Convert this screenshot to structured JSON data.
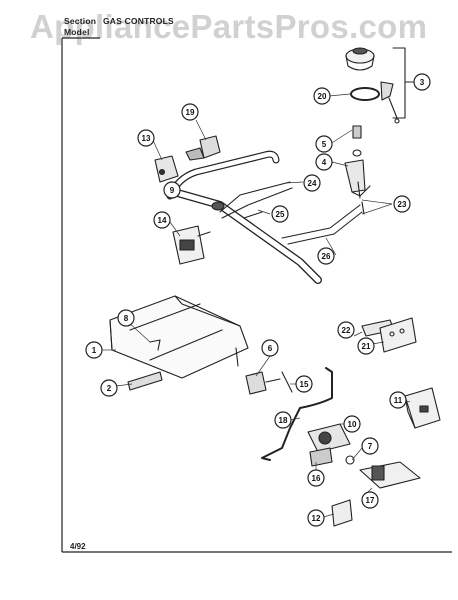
{
  "header": {
    "section_label": "Section",
    "section_title": "GAS CONTROLS",
    "model_label": "Model"
  },
  "watermark": "AppliancePartsPros.com",
  "footer": {
    "date": "4/92"
  },
  "callouts": [
    "1",
    "2",
    "3",
    "4",
    "5",
    "6",
    "7",
    "8",
    "9",
    "10",
    "11",
    "12",
    "13",
    "14",
    "15",
    "16",
    "17",
    "18",
    "19",
    "20",
    "21",
    "22",
    "23",
    "24",
    "25",
    "26"
  ]
}
